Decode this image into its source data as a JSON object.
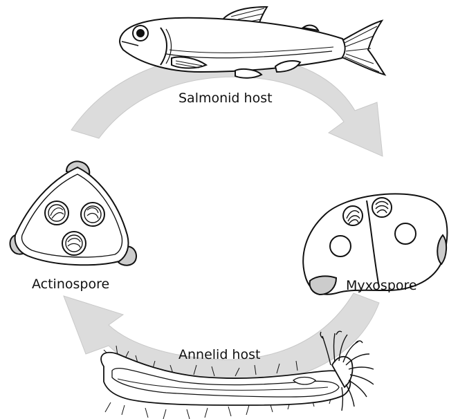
{
  "labels": {
    "salmonid_host": "Salmonid host",
    "myxospore": "Myxospore",
    "annelid_host": "Annelid host",
    "actinospore": "Actinospore"
  },
  "colors": {
    "arrow_fill": "#dcdcdc",
    "arrow_stroke": "#c8c8c8",
    "outline": "#111111",
    "background": "#ffffff",
    "accent_gray": "#cccccc"
  }
}
